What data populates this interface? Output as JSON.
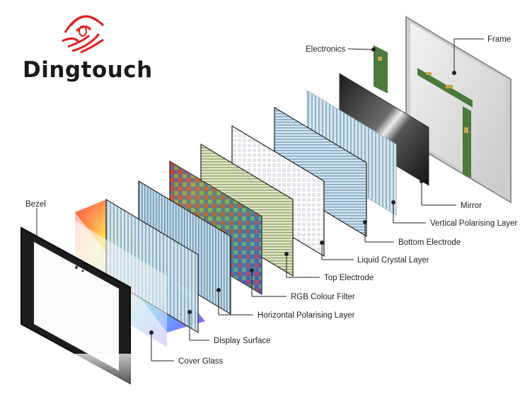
{
  "brand": {
    "name": "Dingtouch",
    "accent_color": "#e02020",
    "logo_icon": "finger-touch-icon"
  },
  "callouts": {
    "electronics": "Electronics",
    "frame": "Frame",
    "mirror": "Mirror",
    "vertical_polarising_layer": "Vertical Polarising Layer",
    "bottom_electrode": "Bottom Electrode",
    "liquid_crystal_layer": "Liquid Crystal Layer",
    "top_electrode": "Top Electrode",
    "rgb_colour_filter": "RGB Colour Filter",
    "horizontal_polarising_layer": "Horizontal Polarising Layer",
    "display_surface": "Display Surface",
    "cover_glass": "Cover Glass",
    "bezel": "Bezel"
  }
}
